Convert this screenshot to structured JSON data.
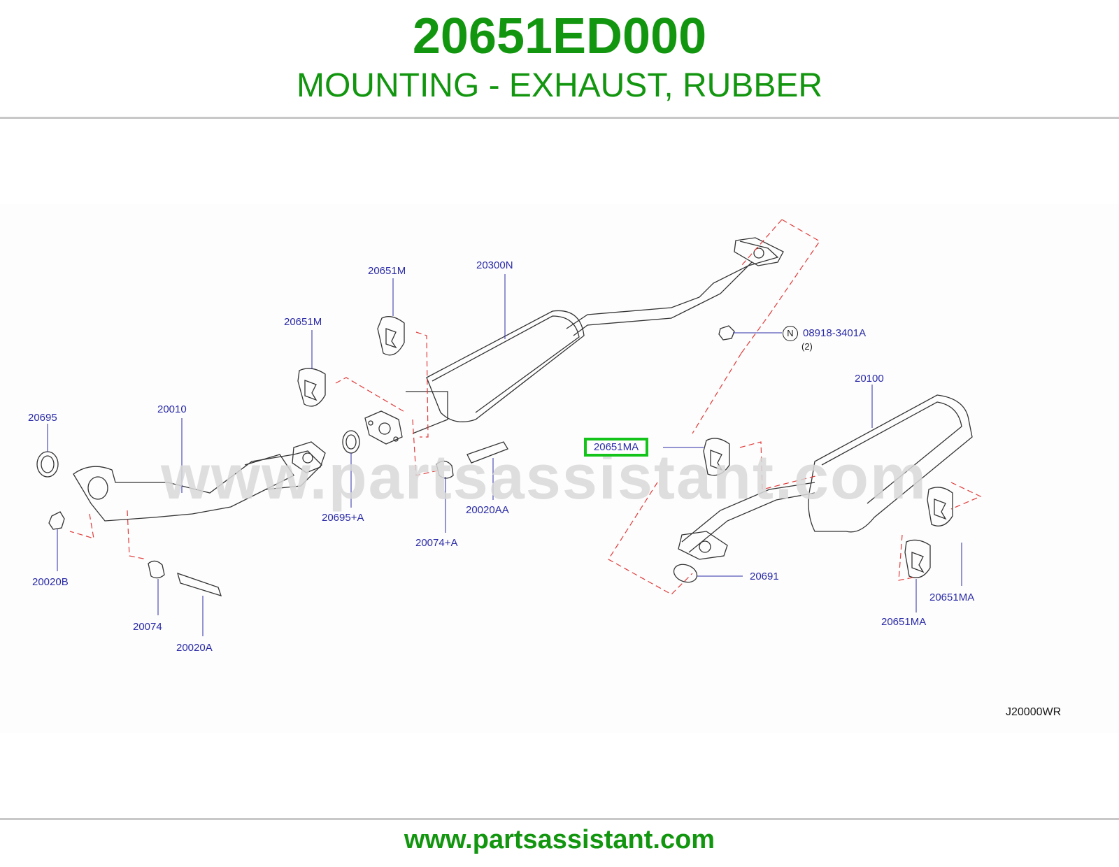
{
  "header": {
    "part_number": "20651ED000",
    "part_name": "MOUNTING - EXHAUST, RUBBER"
  },
  "diagram": {
    "watermark": "www.partsassistant.com",
    "diagram_code": "J20000WR",
    "highlighted_callout": "20651MA",
    "callouts": [
      "20651M",
      "20300N",
      "20651M",
      "08918-3401A",
      "(2)",
      "20100",
      "20695",
      "20010",
      "20695+A",
      "20020AA",
      "20074+A",
      "20020B",
      "20074",
      "20020A",
      "20691",
      "20651MA",
      "20651MA"
    ],
    "nut_symbol": "N"
  },
  "footer": {
    "url": "www.partsassistant.com"
  }
}
